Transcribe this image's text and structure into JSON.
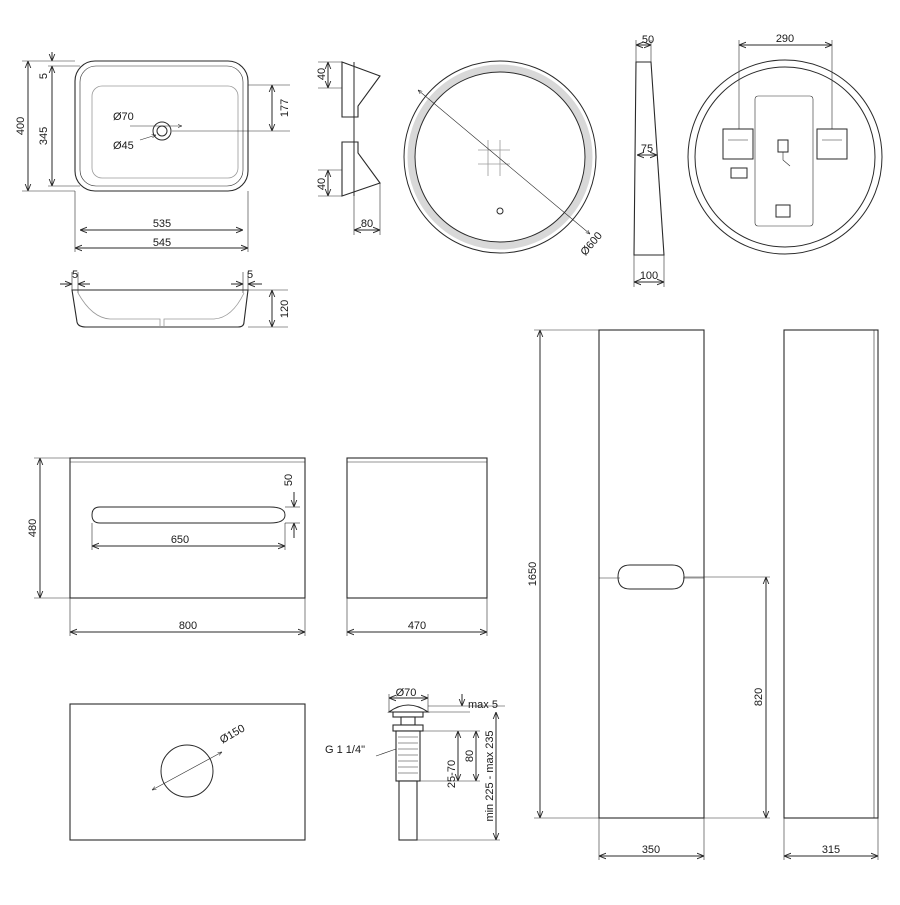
{
  "basin_top": {
    "dims": {
      "rim_offset": "5",
      "depth_overall": "400",
      "bowl_depth": "345",
      "drain_offset": "177",
      "inner_width": "535",
      "outer_width": "545",
      "waste_dia_outer": "Ø70",
      "waste_dia_inner": "Ø45"
    }
  },
  "basin_side": {
    "dims": {
      "left_rim": "5",
      "right_rim": "5",
      "height": "120"
    }
  },
  "mirror_profile": {
    "dims": {
      "top_light": "40",
      "bottom_light": "40",
      "depth": "80"
    }
  },
  "mirror_front": {
    "dims": {
      "diameter": "Ø600"
    }
  },
  "mirror_side": {
    "dims": {
      "top": "50",
      "mid": "75",
      "bottom": "100"
    }
  },
  "mirror_back": {
    "dims": {
      "bracket_spacing": "290"
    }
  },
  "vanity_front": {
    "dims": {
      "height": "480",
      "handle_height": "50",
      "handle_length": "650",
      "width": "800"
    }
  },
  "vanity_side": {
    "dims": {
      "depth": "470"
    }
  },
  "countertop_top": {
    "dims": {
      "hole_dia": "Ø150"
    }
  },
  "drain_waste": {
    "dims": {
      "cap_dia": "Ø70",
      "cap_gap": "max 5",
      "thread": "G 1 1/4\"",
      "body_len": "80",
      "adjust_range": "25-70",
      "total_len": "min 225 - max 235"
    }
  },
  "tall_cabinet_front": {
    "dims": {
      "height": "1650",
      "handle_height": "820",
      "width": "350"
    }
  },
  "tall_cabinet_side": {
    "dims": {
      "depth": "315"
    }
  }
}
